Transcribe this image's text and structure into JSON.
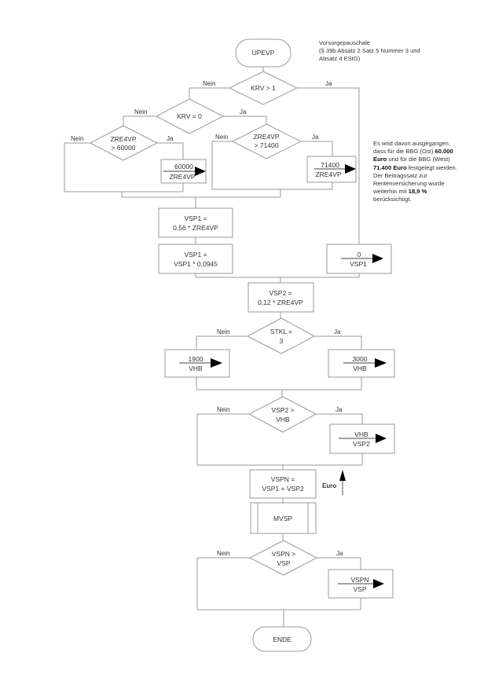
{
  "header_note": {
    "line1": "Vorsorgepauschale",
    "line2": "(§ 39b Absatz 2 Satz 5 Nummer 3 und",
    "line3": "Absatz 4 EStG)"
  },
  "side_note": {
    "p1": "Es wrid davon ausgegangen,",
    "p2": "dass für die BBG (Ost) ",
    "p2b": "60.000",
    "p3b": "Euro",
    "p3": " und für die BBG (West)",
    "p4b": "71.400 Euro",
    "p4": " festgelegt werden.",
    "p5": "Der Beitragssatz zur",
    "p6": "Rentenversicherung wurde",
    "p7": "weiterhin mit ",
    "p7b": "18,9 %",
    "p8": "berücksichtigt."
  },
  "labels": {
    "yes": "Ja",
    "no": "Nein",
    "euro": "Euro"
  },
  "nodes": {
    "start": "UPEVP",
    "d_krv1": "KRV > 1",
    "d_krv0": "KRV = 0",
    "d_60000": [
      "ZRE4VP",
      "> 60000"
    ],
    "a_60000": [
      "60000",
      "ZRE4VP"
    ],
    "d_71400": [
      "ZRE4VP",
      "> 71400"
    ],
    "a_71400": [
      "71400",
      "ZRE4VP"
    ],
    "p_vsp1a": [
      "VSP1 =",
      "0,56 * ZRE4VP"
    ],
    "p_vsp1b": [
      "VSP1 =",
      "VSP1 * 0,0945"
    ],
    "a_0vsp1": [
      "0",
      "VSP1"
    ],
    "p_vsp2": [
      "VSP2 =",
      "0,12 * ZRE4VP"
    ],
    "d_stkl": [
      "STKL =",
      "3"
    ],
    "a_1900": [
      "1900",
      "VHB"
    ],
    "a_3000": [
      "3000",
      "VHB"
    ],
    "d_vsp2vhb": [
      "VSP2 >",
      "VHB"
    ],
    "a_vhbvsp2": [
      "VHB",
      "VSP2"
    ],
    "p_vspn": [
      "VSPN =",
      "VSP1 + VSP2"
    ],
    "sub_mvsp": "MVSP",
    "d_vspnvsp": [
      "VSPN >",
      "VSP"
    ],
    "a_vspnvsp": [
      "VSPN",
      "VSP"
    ],
    "end": "ENDE"
  }
}
